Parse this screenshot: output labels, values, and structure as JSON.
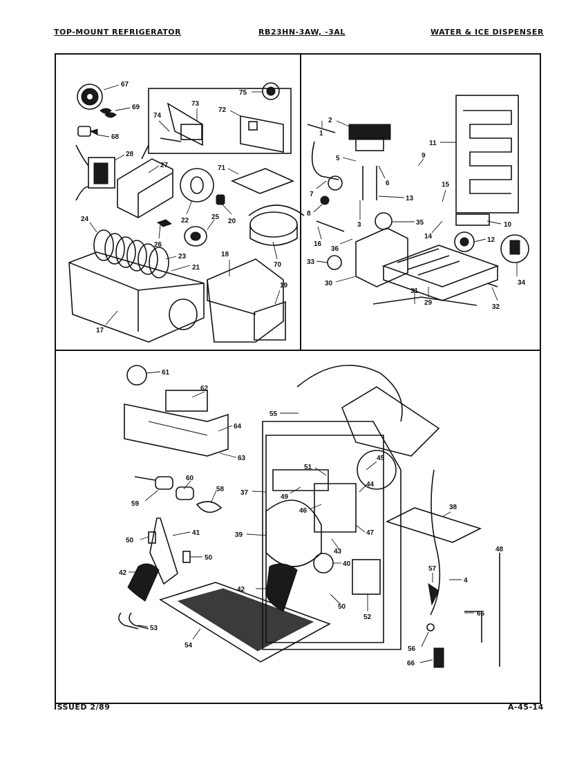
{
  "header": {
    "left": "TOP-MOUNT REFRIGERATOR",
    "center": "RB23HN-3AW, -3AL",
    "right": "WATER & ICE DISPENSER"
  },
  "footer": {
    "issued": "ISSUED 2/89",
    "page": "A-45-14"
  },
  "diagram": {
    "panels": [
      "top-left-assembly",
      "top-right-ice-maker",
      "bottom-dispenser"
    ],
    "callouts": [
      {
        "id": "c67",
        "text": "67"
      },
      {
        "id": "c69",
        "text": "69"
      },
      {
        "id": "c68",
        "text": "68"
      },
      {
        "id": "c28",
        "text": "28"
      },
      {
        "id": "c27",
        "text": "27"
      },
      {
        "id": "c73",
        "text": "73"
      },
      {
        "id": "c74",
        "text": "74"
      },
      {
        "id": "c72",
        "text": "72"
      },
      {
        "id": "c75",
        "text": "75"
      },
      {
        "id": "c71",
        "text": "71"
      },
      {
        "id": "c22",
        "text": "22"
      },
      {
        "id": "c25",
        "text": "25"
      },
      {
        "id": "c20",
        "text": "20"
      },
      {
        "id": "c26",
        "text": "26"
      },
      {
        "id": "c24",
        "text": "24"
      },
      {
        "id": "c23",
        "text": "23"
      },
      {
        "id": "c21",
        "text": "21"
      },
      {
        "id": "c18",
        "text": "18"
      },
      {
        "id": "c70",
        "text": "70"
      },
      {
        "id": "c19",
        "text": "19"
      },
      {
        "id": "c17",
        "text": "17"
      },
      {
        "id": "c2",
        "text": "2"
      },
      {
        "id": "c1",
        "text": "1"
      },
      {
        "id": "c5",
        "text": "5"
      },
      {
        "id": "c6",
        "text": "6"
      },
      {
        "id": "c7",
        "text": "7"
      },
      {
        "id": "c8",
        "text": "8"
      },
      {
        "id": "c3",
        "text": "3"
      },
      {
        "id": "c13",
        "text": "13"
      },
      {
        "id": "c9",
        "text": "9"
      },
      {
        "id": "c11",
        "text": "11"
      },
      {
        "id": "c15",
        "text": "15"
      },
      {
        "id": "c10",
        "text": "10"
      },
      {
        "id": "c14",
        "text": "14"
      },
      {
        "id": "c12",
        "text": "12"
      },
      {
        "id": "c35",
        "text": "35"
      },
      {
        "id": "c16",
        "text": "16"
      },
      {
        "id": "c36",
        "text": "36"
      },
      {
        "id": "c33",
        "text": "33"
      },
      {
        "id": "c30",
        "text": "30"
      },
      {
        "id": "c31",
        "text": "31"
      },
      {
        "id": "c29",
        "text": "29"
      },
      {
        "id": "c34",
        "text": "34"
      },
      {
        "id": "c32",
        "text": "32"
      },
      {
        "id": "c61",
        "text": "61"
      },
      {
        "id": "c62",
        "text": "62"
      },
      {
        "id": "c64",
        "text": "64"
      },
      {
        "id": "c63",
        "text": "63"
      },
      {
        "id": "c60",
        "text": "60"
      },
      {
        "id": "c58",
        "text": "58"
      },
      {
        "id": "c59",
        "text": "59"
      },
      {
        "id": "c41",
        "text": "41"
      },
      {
        "id": "c50a",
        "text": "50"
      },
      {
        "id": "c50b",
        "text": "50"
      },
      {
        "id": "c42a",
        "text": "42"
      },
      {
        "id": "c53",
        "text": "53"
      },
      {
        "id": "c54",
        "text": "54"
      },
      {
        "id": "c55",
        "text": "55"
      },
      {
        "id": "c45",
        "text": "45"
      },
      {
        "id": "c51",
        "text": "51"
      },
      {
        "id": "c44",
        "text": "44"
      },
      {
        "id": "c37",
        "text": "37"
      },
      {
        "id": "c49",
        "text": "49"
      },
      {
        "id": "c46",
        "text": "46"
      },
      {
        "id": "c47",
        "text": "47"
      },
      {
        "id": "c43",
        "text": "43"
      },
      {
        "id": "c39",
        "text": "39"
      },
      {
        "id": "c40",
        "text": "40"
      },
      {
        "id": "c42b",
        "text": "42"
      },
      {
        "id": "c50c",
        "text": "50"
      },
      {
        "id": "c52",
        "text": "52"
      },
      {
        "id": "c38",
        "text": "38"
      },
      {
        "id": "c48",
        "text": "48"
      },
      {
        "id": "c57",
        "text": "57"
      },
      {
        "id": "c4",
        "text": "4"
      },
      {
        "id": "c65",
        "text": "65"
      },
      {
        "id": "c56",
        "text": "56"
      },
      {
        "id": "c66",
        "text": "66"
      }
    ]
  }
}
